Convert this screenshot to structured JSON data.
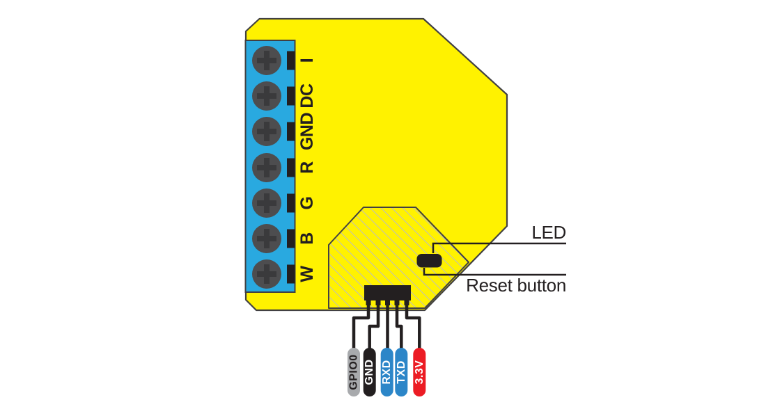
{
  "diagram": {
    "name": "device-pinout-diagram",
    "colors": {
      "body_yellow": "#FFF200",
      "outline": "#414042",
      "terminal_block_blue": "#29A9E0",
      "screw_gray": "#4D4D4F",
      "screw_cross_gray": "#3A3A3C",
      "hatch_gray": "#BDBDBD",
      "component_black": "#231F20",
      "white": "#FFFFFF"
    },
    "terminals": {
      "labels": [
        "I",
        "DC",
        "GND",
        "R",
        "G",
        "B",
        "W"
      ]
    },
    "callouts": {
      "led_label": "LED",
      "reset_label": "Reset button"
    },
    "program_pins": [
      {
        "label": "GPIO0",
        "color": "#A8AAAD",
        "text_color": "#231F20"
      },
      {
        "label": "GND",
        "color": "#231F20",
        "text_color": "#FFFFFF"
      },
      {
        "label": "RXD",
        "color": "#2C86C8",
        "text_color": "#FFFFFF"
      },
      {
        "label": "TXD",
        "color": "#2C86C8",
        "text_color": "#FFFFFF"
      },
      {
        "label": "3.3V",
        "color": "#EC1C24",
        "text_color": "#FFFFFF"
      }
    ]
  }
}
